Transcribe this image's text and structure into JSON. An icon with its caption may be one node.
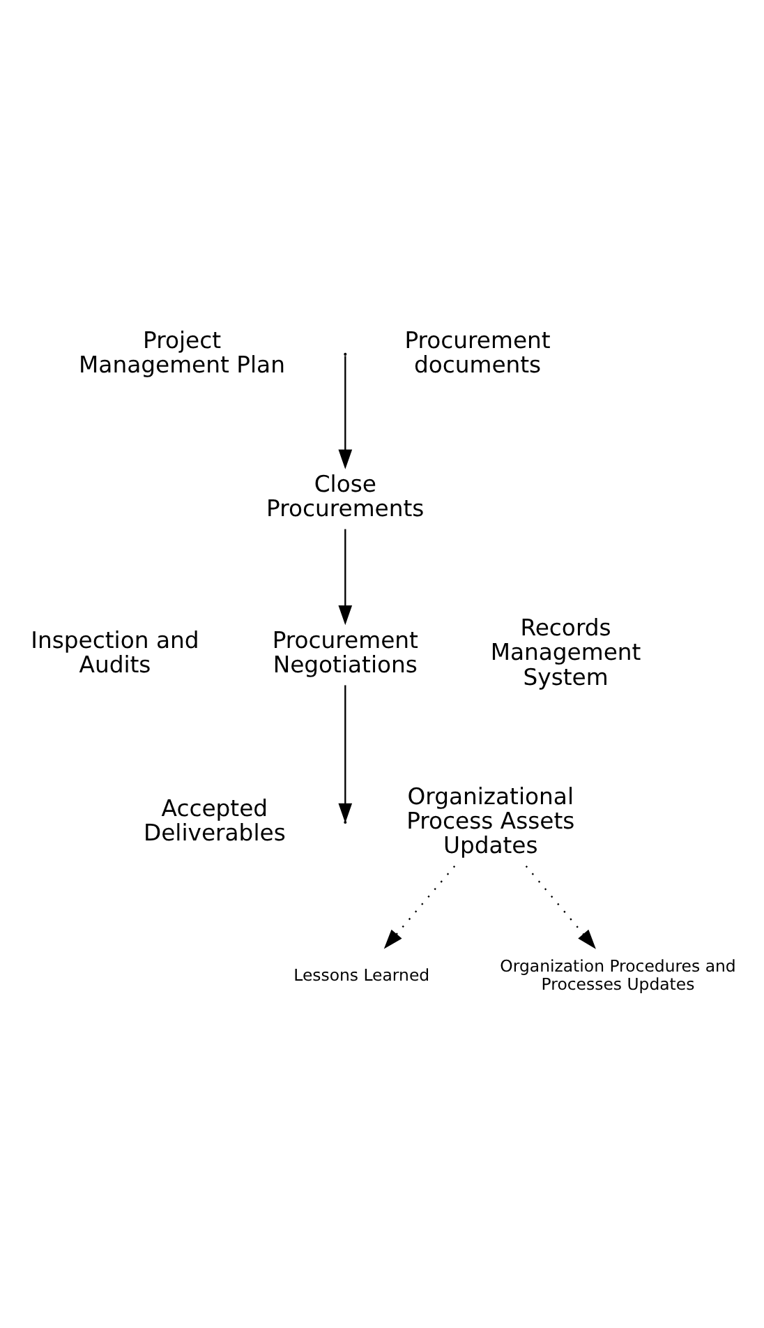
{
  "diagram": {
    "nodes": [
      {
        "text": [
          "Project Management Plan"
        ]
      },
      {
        "text": [
          "Procurement documents"
        ]
      },
      {
        "text": [
          "Close Procurements"
        ]
      },
      {
        "text": [
          "Inspection and Audits"
        ]
      },
      {
        "text": [
          "Procurement Negotiations"
        ]
      },
      {
        "text": [
          "Records Management System"
        ]
      },
      {
        "text": [
          "Accepted Deliverables"
        ]
      },
      {
        "text": [
          "Organizational Process Assets Updates"
        ]
      },
      {
        "text": [
          "Lessons Learned"
        ]
      },
      {
        "text": [
          "Organization Procedures and Processes Updates"
        ]
      }
    ],
    "edges": [
      {
        "from": null,
        "to": 2,
        "arrow": "to"
      },
      {
        "from": 2,
        "to": 4,
        "arrow": "to"
      },
      {
        "from": 4,
        "to": null,
        "arrow": "to"
      },
      {
        "from": 7,
        "to": 8,
        "arrow": "to",
        "style": "dashed"
      },
      {
        "from": 7,
        "to": 9,
        "arrow": "to",
        "style": "dashed"
      }
    ]
  }
}
